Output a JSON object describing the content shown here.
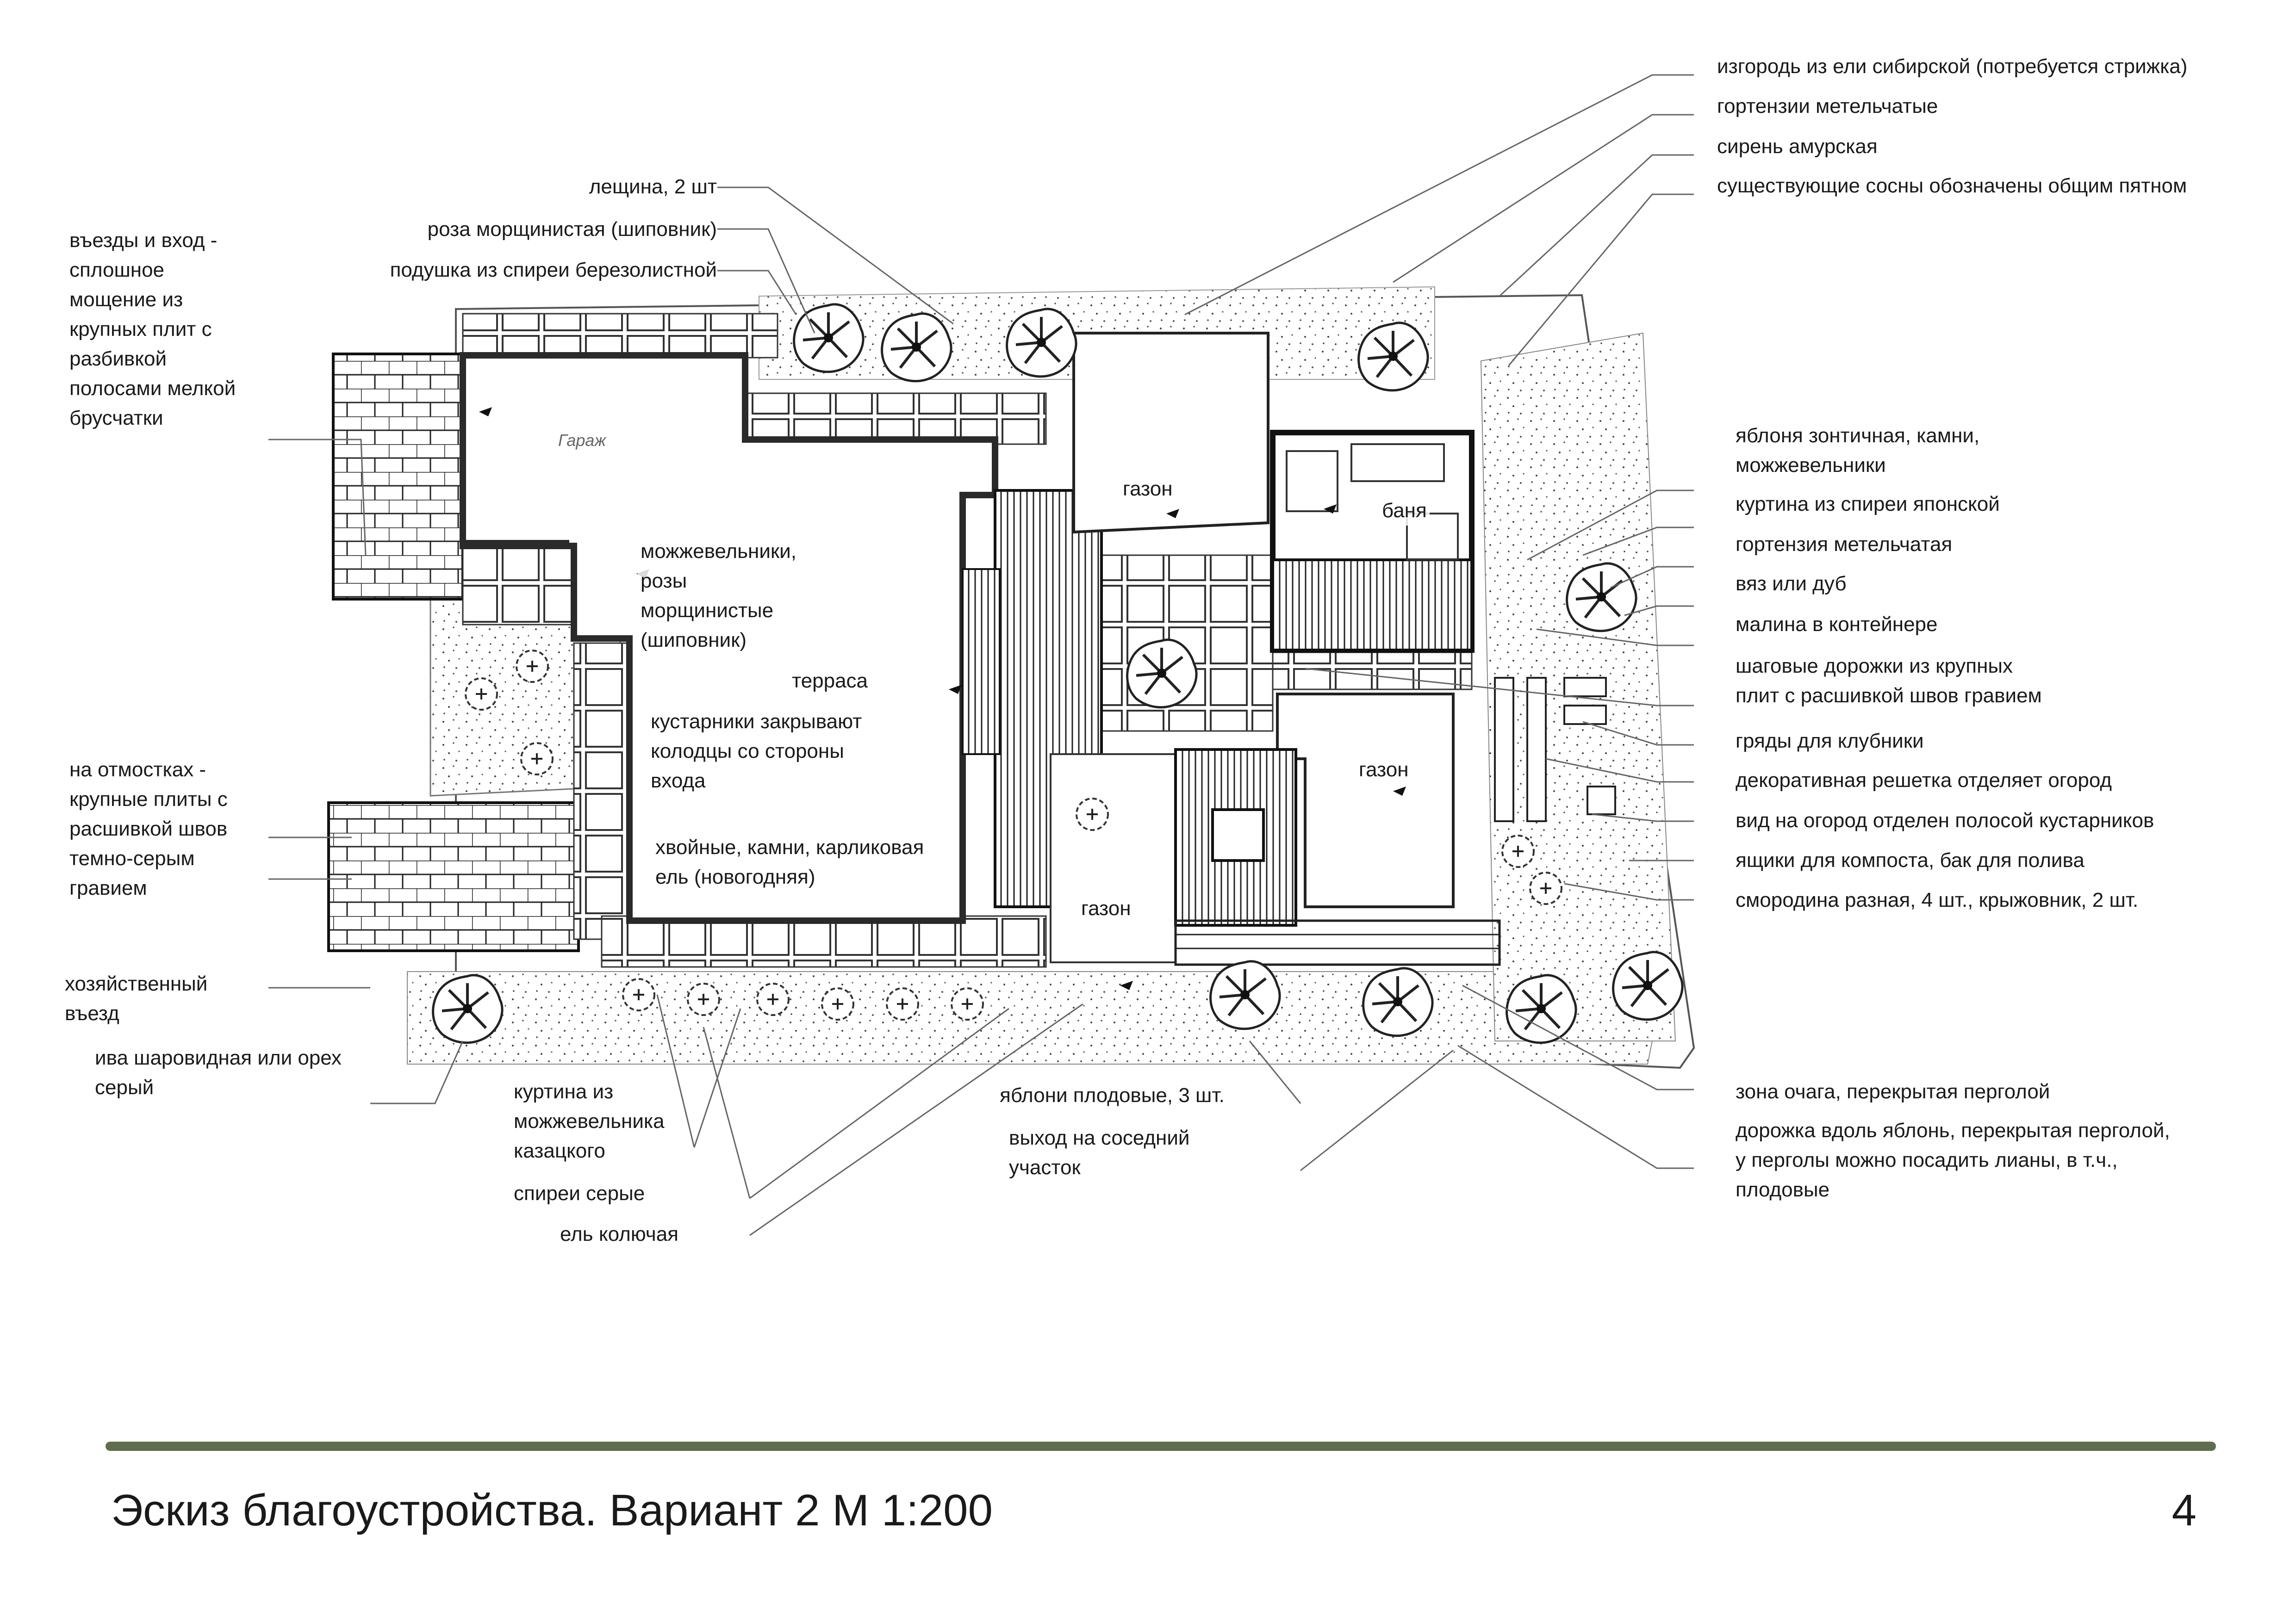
{
  "plan": {
    "garage_label": "Гараж",
    "areas": {
      "gazon_1": "газон",
      "gazon_2": "газон",
      "gazon_3": "газон",
      "banya": "баня",
      "terrace": "терраса"
    }
  },
  "annotations": {
    "left": [
      "въезды и вход -\nсплошное\nмощение из\nкрупных плит с\nразбивкой\nполосами мелкой\nбрусчатки",
      "на отмостках -\nкрупные плиты с\nрасшивкой швов\nтемно-серым\nгравием",
      "хозяйственный\nвъезд",
      "ива шаровидная или орех\nсерый"
    ],
    "top": [
      "лещина, 2 шт",
      "роза морщинистая (шиповник)",
      "подушка из спиреи березолистной"
    ],
    "center": [
      "можжевельники,\nрозы\nморщинистые\n(шиповник)",
      "кустарники закрывают\nколодцы со стороны\nвхода",
      "хвойные, камни, карликовая\nель (новогодняя)"
    ],
    "bottom": [
      "куртина из\nможжевельника\nказацкого",
      "спиреи серые",
      "ель колючая",
      "яблони плодовые, 3 шт.",
      "выход на соседний\nучасток"
    ],
    "right": [
      "изгородь из ели сибирской (потребуется стрижка)",
      "гортензии метельчатые",
      "сирень амурская",
      "существующие сосны обозначены общим пятном",
      "яблоня зонтичная, камни,\nможжевельники",
      "куртина из спиреи японской",
      "гортензия метельчатая",
      "вяз или дуб",
      "малина в контейнере",
      "шаговые дорожки из крупных\nплит с расшивкой швов гравием",
      "гряды для клубники",
      "декоративная решетка отделяет огород",
      "вид на огород отделен полосой кустарников",
      "ящики для компоста, бак для полива",
      "смородина разная, 4 шт., крыжовник, 2 шт.",
      "зона очага, перекрытая перголой",
      "дорожка вдоль яблонь, перекрытая перголой,\nу перголы можно посадить лианы, в т.ч.,\nплодовые"
    ]
  },
  "footer": {
    "title": "Эскиз благоустройства. Вариант 2 М 1:200",
    "page": "4"
  },
  "colors": {
    "footer_line": "#5d6e4f",
    "ink": "#1a1a1a"
  },
  "icons": [
    "tree-icon",
    "shrub-icon",
    "arrow-marker-icon"
  ]
}
